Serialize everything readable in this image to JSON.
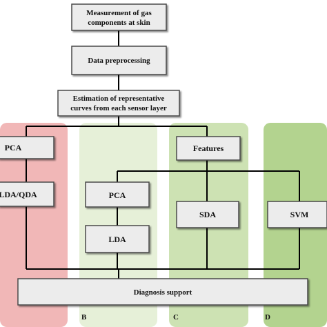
{
  "steps": {
    "measurement": [
      "Measurement of gas",
      "components at skin"
    ],
    "preprocessing": [
      "Data preprocessing"
    ],
    "estimation": [
      "Estimation of representative",
      "curves from each sensor layer"
    ]
  },
  "column_a": {
    "pca": "PCA",
    "lda_qda": "LDA/QDA"
  },
  "column_b": {
    "letter": "B",
    "pca": "PCA",
    "lda": "LDA"
  },
  "column_c": {
    "letter": "C",
    "features": "Features",
    "sda": "SDA"
  },
  "column_d": {
    "letter": "D",
    "svm": "SVM"
  },
  "output": {
    "diagnosis": "Diagnosis support"
  },
  "colors": {
    "panel_a": "#f1b7b7",
    "panel_b": "#e6f0d8",
    "panel_c": "#cde2b3",
    "panel_d": "#b3d38f",
    "box_fill": "#ececec",
    "box_stroke": "#4a4a4a",
    "line": "#000000"
  }
}
